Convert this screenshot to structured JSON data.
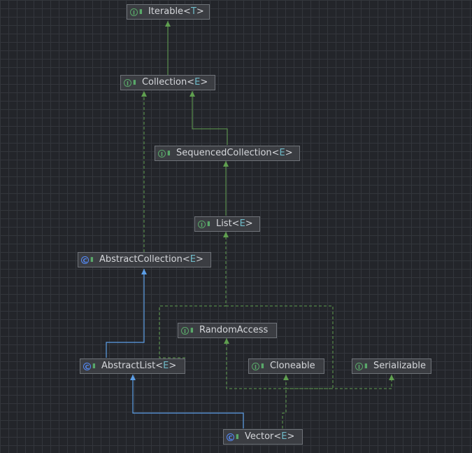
{
  "nodes": {
    "iterable": {
      "kind": "I",
      "access": "🔓",
      "name": "Iterable<",
      "type_param": "T",
      "close": ">"
    },
    "collection": {
      "kind": "I",
      "access": "🔓",
      "name": "Collection<",
      "type_param": "E",
      "close": ">"
    },
    "sequenced_collection": {
      "kind": "I",
      "access": "🔓",
      "name": "SequencedCollection<",
      "type_param": "E",
      "close": ">"
    },
    "list": {
      "kind": "I",
      "access": "🔓",
      "name": "List<",
      "type_param": "E",
      "close": ">"
    },
    "abstract_collection": {
      "kind": "C",
      "access": "🔓",
      "name": "AbstractCollection<",
      "type_param": "E",
      "close": ">"
    },
    "random_access": {
      "kind": "I",
      "access": "🔓",
      "name": "RandomAccess"
    },
    "abstract_list": {
      "kind": "C",
      "access": "🔓",
      "name": "AbstractList<",
      "type_param": "E",
      "close": ">"
    },
    "cloneable": {
      "kind": "I",
      "access": "🔓",
      "name": "Cloneable"
    },
    "serializable": {
      "kind": "I",
      "access": "🔓",
      "name": "Serializable"
    },
    "vector": {
      "kind": "C",
      "access": "🔓",
      "name": "Vector<",
      "type_param": "E",
      "close": ">"
    }
  },
  "colors": {
    "interface_edge": "#5f9f4f",
    "class_edge": "#5c9ee6",
    "interface_icon": "#59a869",
    "class_icon": "#548af7",
    "type_param": "#6fbbc9",
    "background": "#23252a"
  }
}
